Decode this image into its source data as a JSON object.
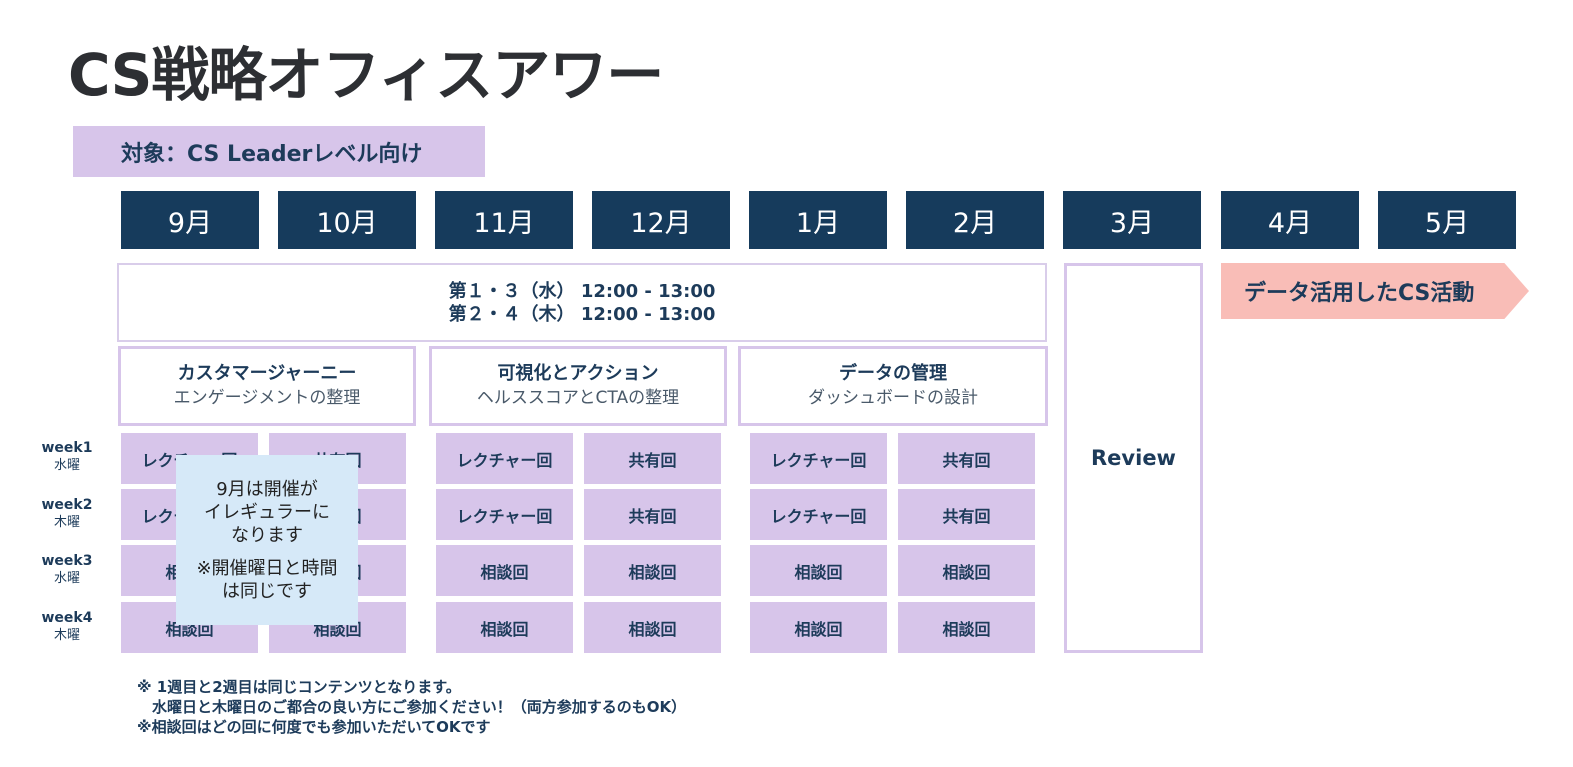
{
  "title": "CS戦略オフィスアワー",
  "audience": "対象：CS Leaderレベル向け",
  "months": [
    "9月",
    "10月",
    "11月",
    "12月",
    "1月",
    "2月",
    "3月",
    "4月",
    "5月"
  ],
  "schedule": {
    "line1": "第１・３（水） 12:00 - 13:00",
    "line2": "第２・４（木） 12:00 - 13:00"
  },
  "review_label": "Review",
  "arrow_label": "データ活用したCS活動",
  "themes": [
    {
      "title": "カスタマージャーニー",
      "subtitle": "エンゲージメントの整理"
    },
    {
      "title": "可視化とアクション",
      "subtitle": "ヘルススコアとCTAの整理"
    },
    {
      "title": "データの管理",
      "subtitle": "ダッシュボードの設計"
    }
  ],
  "weeks": [
    {
      "label": "week1",
      "day": "水曜"
    },
    {
      "label": "week2",
      "day": "木曜"
    },
    {
      "label": "week3",
      "day": "水曜"
    },
    {
      "label": "week4",
      "day": "木曜"
    }
  ],
  "sessions": {
    "lecture": "レクチャー回",
    "share": "共有回",
    "consult": "相談回"
  },
  "grid": [
    [
      "レクチャー回",
      "共有回",
      "レクチャー回",
      "共有回",
      "レクチャー回",
      "共有回"
    ],
    [
      "レクチャー回",
      "共有回",
      "レクチャー回",
      "共有回",
      "レクチャー回",
      "共有回"
    ],
    [
      "相談回",
      "相談回",
      "相談回",
      "相談回",
      "相談回",
      "相談回"
    ],
    [
      "相談回",
      "相談回",
      "相談回",
      "相談回",
      "相談回",
      "相談回"
    ]
  ],
  "note": {
    "line1": "9月は開催が",
    "line2": "イレギュラーに",
    "line3": "なります",
    "line4": "※開催曜日と時間",
    "line5": "は同じです"
  },
  "footnotes": {
    "line1": "※ 1週目と2週目は同じコンテンツとなります。",
    "line2": "　水曜日と木曜日のご都合の良い方にご参加ください！（両方参加するのもOK）",
    "line3": "※相談回はどの回に何度でも参加いただいてOKです"
  },
  "colors": {
    "navy": "#163b5c",
    "lavender": "#d7c5ea",
    "salmon": "#f9bdb7",
    "note_blue": "#d6e9f8"
  }
}
